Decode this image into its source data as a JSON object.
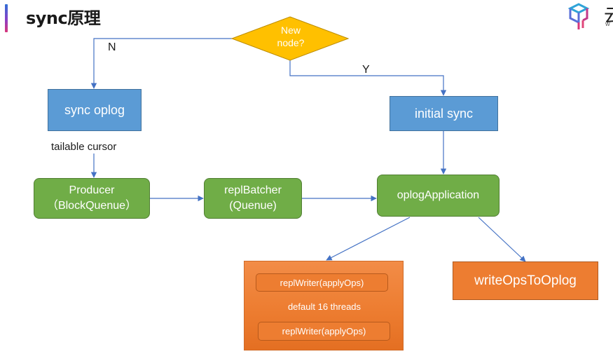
{
  "header": {
    "title": "sync原理",
    "logo_text": "云",
    "logo_sub": "W"
  },
  "decision": {
    "label_line1": "New",
    "label_line2": "node?",
    "no_label": "N",
    "yes_label": "Y"
  },
  "nodes": {
    "sync_oplog": "sync oplog",
    "initial_sync": "initial sync",
    "tailable_cursor": "tailable cursor",
    "producer_line1": "Producer",
    "producer_line2": "（BlockQuenue）",
    "repl_batcher_line1": "replBatcher",
    "repl_batcher_line2": "(Quenue)",
    "oplog_application": "oplogApplication",
    "write_ops_to_oplog": "writeOpsToOplog"
  },
  "writer_group": {
    "writer_top": "replWriter(applyOps)",
    "threads_label": "default 16 threads",
    "writer_bottom": "replWriter(applyOps)"
  },
  "colors": {
    "blue": "#5b9bd5",
    "green": "#70ad47",
    "orange": "#ed7d31",
    "decision": "#ffc000",
    "connector": "#4472c4"
  }
}
